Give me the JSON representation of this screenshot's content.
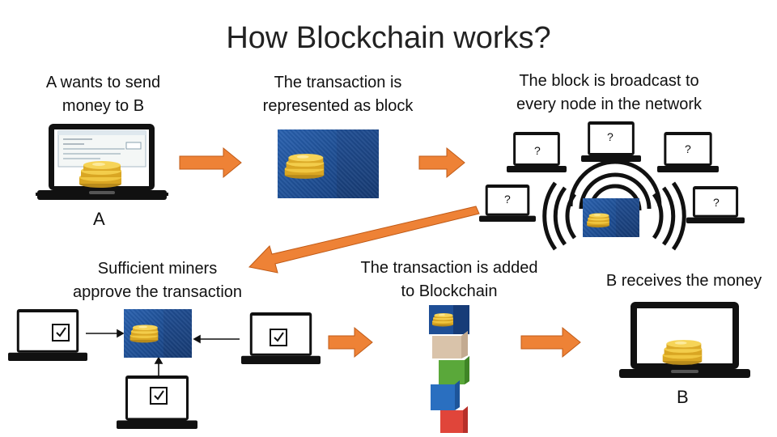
{
  "title": "How Blockchain works?",
  "steps": {
    "sender": [
      "A wants to send",
      "money to B"
    ],
    "block": [
      "The transaction is",
      "represented as block"
    ],
    "broadcast": [
      "The block is broadcast to",
      "every node in the network"
    ],
    "miners": [
      "Sufficient miners",
      "approve the transaction"
    ],
    "added": [
      "The transaction is added",
      "to Blockchain"
    ],
    "receiver": "B receives the money"
  },
  "labels": {
    "a": "A",
    "b": "B",
    "unknown": "?"
  },
  "colors": {
    "arrow_fill": "#ee8236",
    "arrow_outline": "#c05a16",
    "block_blue": "#1f4f96",
    "coin_gold": "#e8b62a",
    "laptop": "#111111",
    "cube_beige": "#d9c3aa",
    "cube_green": "#5aa83a",
    "cube_blue": "#2a6fc0",
    "cube_red": "#e0453a"
  },
  "icons": [
    "laptop-icon",
    "coin-stack-icon",
    "wireless-signal-icon",
    "checkbox-icon",
    "blockchain-cube-icon",
    "check-document-icon"
  ]
}
